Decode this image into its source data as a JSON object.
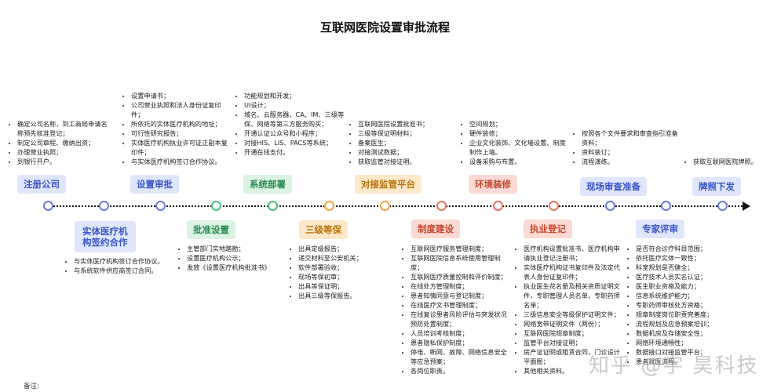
{
  "title": "互联网医院设置审批流程",
  "watermark": "知乎 @宇 昊科技",
  "note": "备注:",
  "top_steps": [
    {
      "label": "注册公司",
      "items": [
        "确定公司名称，到工商局申请名称预先核准登记；",
        "制定公司章程、缴纳出资；",
        "办理营业执照；",
        "到银行开户。"
      ]
    },
    {
      "label": "设置审批",
      "items": [
        "设置申请书；",
        "公司营业执照和法人身份证复印件；",
        "所依托的实体医疗机构的地址；",
        "可行性研究报告；",
        "实体医疗机构执业许可证正副本复印件；",
        "与实体医疗机构签订合作协议。"
      ]
    },
    {
      "label": "系统部署",
      "items": [
        "功能规划和开发；",
        "UI设计；",
        "域名、云服务器、CA、IM、三级等保、网络等第三方服务购买；",
        "开通认证公众号和小程序；",
        "对接HIS、LIS、PACS等系统；",
        "开通在线支付。"
      ]
    },
    {
      "label": "对接监管平台",
      "items": [
        "互联网医院设置批准书；",
        "三级等保证明材料；",
        "备案医生；",
        "对接测试数据；",
        "获取监管对接证明。"
      ]
    },
    {
      "label": "环境装修",
      "items": [
        "空间规划；",
        "硬件装修；",
        "企业文化装饰、文化墙设置、制度制作上墙。",
        "设备采购与布置。"
      ]
    },
    {
      "label": "现场审查准备",
      "items": [
        "按照各个文件要求和审查指引准备资料；",
        "资料装订；",
        "流程演练。"
      ]
    },
    {
      "label": "牌照下发",
      "items": [
        "获取互联网医院牌照。"
      ]
    }
  ],
  "bottom_steps": [
    {
      "label": "实体医疗机构签约合作",
      "label_lines": [
        "实体医疗机",
        "构签约合作"
      ],
      "items": [
        "与实体医疗机构签订合作协议。",
        "与系统软件供应商签订合同。"
      ]
    },
    {
      "label": "批准设置",
      "items": [
        "主管部门实地踏勘；",
        "设置医疗机构公示；",
        "发放《设置医疗机构批准书》"
      ]
    },
    {
      "label": "三级等保",
      "items": [
        "出具定级报告；",
        "递交材料至公安机关；",
        "软件部署验收；",
        "现场等保初审；",
        "出具等保证明；",
        "出具三级等保报告。"
      ]
    },
    {
      "label": "制度建设",
      "items": [
        "互联网医疗服务管理制度；",
        "互联网医院信息系统使用管理制度；",
        "互联网医疗质量控制和评价制度；",
        "在线处方管理制度；",
        "患者知情同意与登记制度；",
        "在线医疗文书管理制度；",
        "在线复诊患者风险评估与突发状况预防处置制度；",
        "人员培训考核制度；",
        "患者隐私保护制度；",
        "停电、断网、故障、网络信息安全等应急预案；",
        "各岗位职责。"
      ]
    },
    {
      "label": "执业登记",
      "items": [
        "医疗机构设置批准书、医疗机构申请执业登记注册书；",
        "实体医疗机构证书复印件及法定代表人身份证复印件；",
        "执业医生花名册及相关资质证明文件，专职管理人员名单，专职药师名单；",
        "三级信息安全等级保护证明文件；",
        "网络宽带证明文件（两份）；",
        "互联网医院规章制度；",
        "监管平台对接证明；",
        "房产证证明或租赁合同，门诊设计平面图；",
        "其他相关资料。"
      ]
    },
    {
      "label": "专家评审",
      "items": [
        "是否符合诊疗科目范围；",
        "依托医疗实体一致性；",
        "科室规划是否健全；",
        "医疗技术人员实名认证；",
        "医生职业资格及能力；",
        "信息系统维护能力；",
        "专职药师审核处方资格；",
        "规章制度岗位职责完善度；",
        "流程规划及应急预案培训；",
        "数据机房及存储安全性；",
        "网络环境通畅性；",
        "数据接口对接监管平台；",
        "患者就医流程。"
      ]
    }
  ],
  "colors": {
    "blue": "#6b7cd6",
    "green": "#4cbf7e",
    "orange": "#f2a541",
    "red": "#e8735f"
  }
}
